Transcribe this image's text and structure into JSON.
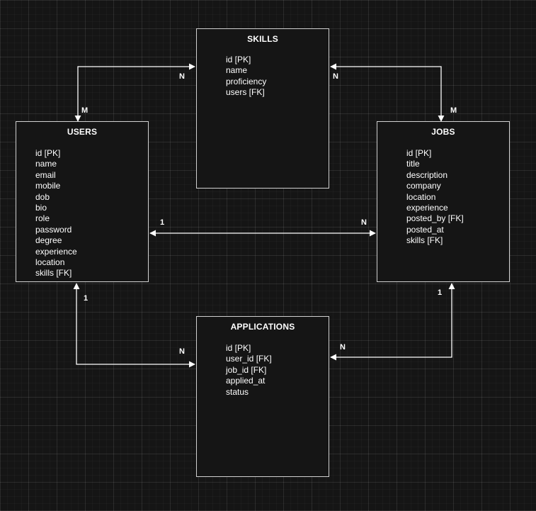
{
  "entities": {
    "skills": {
      "title": "SKILLS",
      "attributes": [
        "id [PK]",
        "name",
        "proficiency",
        "users [FK]"
      ]
    },
    "users": {
      "title": "USERS",
      "attributes": [
        "id [PK]",
        "name",
        "email",
        "mobile",
        "dob",
        "bio",
        "role",
        "password",
        "degree",
        "experience",
        "location",
        "skills [FK]"
      ]
    },
    "jobs": {
      "title": "JOBS",
      "attributes": [
        "id [PK]",
        "title",
        "description",
        "company",
        "location",
        "experience",
        "posted_by [FK]",
        "posted_at",
        "skills [FK]"
      ]
    },
    "applications": {
      "title": "APPLICATIONS",
      "attributes": [
        "id [PK]",
        "user_id [FK]",
        "job_id [FK]",
        "applied_at",
        "status"
      ]
    }
  },
  "relationships": [
    {
      "from": "users",
      "to": "skills",
      "from_card": "M",
      "to_card": "N"
    },
    {
      "from": "jobs",
      "to": "skills",
      "from_card": "M",
      "to_card": "N"
    },
    {
      "from": "users",
      "to": "jobs",
      "from_card": "1",
      "to_card": "N"
    },
    {
      "from": "users",
      "to": "applications",
      "from_card": "1",
      "to_card": "N"
    },
    {
      "from": "jobs",
      "to": "applications",
      "from_card": "1",
      "to_card": "N"
    }
  ],
  "colors": {
    "background": "#151515",
    "line": "#ffffff",
    "border": "#d0d0d0",
    "text": "#ffffff"
  }
}
